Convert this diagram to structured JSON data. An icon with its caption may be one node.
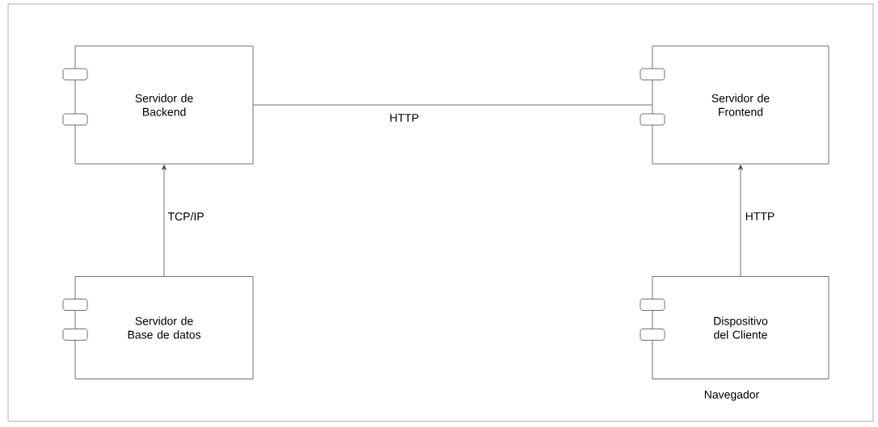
{
  "diagram": {
    "nodes": [
      {
        "text": [
          "Servidor de Backend"
        ]
      },
      {
        "text": [
          "Servidor de Frontend"
        ]
      },
      {
        "text": [
          "Servidor de Base de datos"
        ]
      },
      {
        "text": [
          "Dispositivo del Cliente"
        ],
        "beside": [
          "Navegador"
        ]
      }
    ],
    "edges": [
      {
        "from": 0,
        "to": 1,
        "arrow": "none",
        "label": "HTTP"
      },
      {
        "from": 2,
        "to": 0,
        "arrow": "to",
        "label": "TCP/IP"
      },
      {
        "from": 3,
        "to": 1,
        "arrow": "to",
        "label": "HTTP"
      }
    ]
  }
}
